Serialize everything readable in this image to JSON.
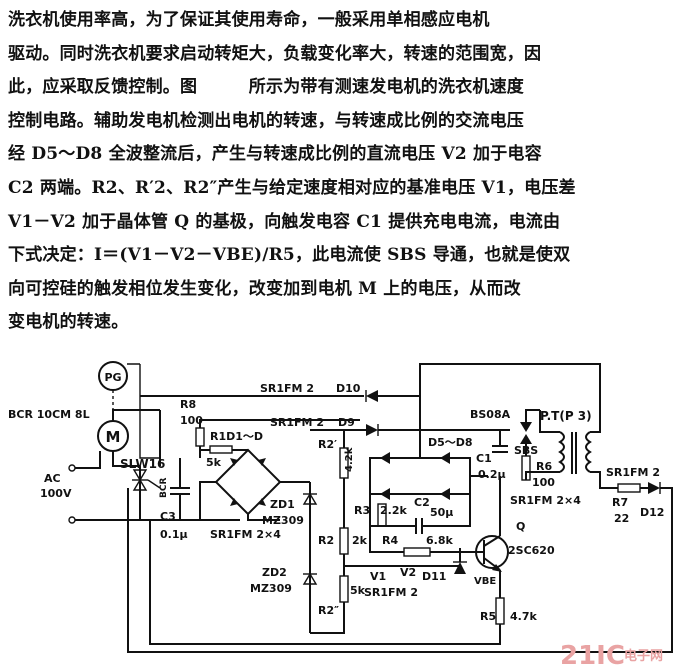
{
  "paragraph": {
    "lines": [
      "洗衣机使用率高，为了保证其使用寿命，一般采用单相感应电机",
      "驱动。同时洗衣机要求启动转矩大，负载变化率大，转速的范围宽，因",
      "此，应采取反馈控制。图　　　所示为带有测速发电机的洗衣机速度",
      "控制电路。辅助发电机检测出电机的转速，与转速成比例的交流电压",
      "经 D5～D8 全波整流后，产生与转速成比例的直流电压 V2 加于电容",
      "C2 两端。R2、R′2、R2″产生与给定速度相对应的基准电压 V1，电压差",
      "V1－V2 加于晶体管 Q 的基极，向触发电容 C1 提供充电电流，电流由",
      "下式决定：I＝(V1－V2－VBE)/R5，此电流使 SBS 导通，也就是使双",
      "向可控硅的触发相位发生变化，改变加到电机 M 上的电压，从而改",
      "变电机的转速。"
    ]
  },
  "circuit": {
    "pg": "PG",
    "motor": "M",
    "bcr_label": "BCR 10CM 8L",
    "slw": "SLW16",
    "ac": "AC",
    "ac_v": "100V",
    "bcr_small": "BCR",
    "c3": "C3",
    "c3_val": "0.1μ",
    "r8": "R8",
    "r8_val": "100",
    "r1d1": "R1D1～D",
    "r1_val": "5k",
    "zd1": "ZD1",
    "zd1_part": "MZ309",
    "zd2": "ZD2",
    "zd2_part": "MZ309",
    "srfm_24a": "SR1FM 2×4",
    "srfm_top": "SR1FM 2",
    "d10": "D10",
    "srfm_d9": "SR1FM 2",
    "d9": "D9",
    "r2p": "R2′",
    "r2p_val": "4.2k",
    "r2": "R2",
    "r2_val": "2k",
    "r2pp": "R2″",
    "r2pp_val": "5k",
    "d5d8": "D5～D8",
    "r3": "R3",
    "r3_val": "2.2k",
    "c2": "C2",
    "c2_val": "50μ",
    "r4": "R4",
    "r4_val": "6.8k",
    "v1": "V1",
    "v2": "V2",
    "d11": "D11",
    "srfm_d11": "SR1FM 2",
    "vbe": "VBE",
    "r5": "R5",
    "r5_val": "4.7k",
    "q": "Q",
    "q_part": "2SC620",
    "bs08a": "BS08A",
    "sbs": "SBS",
    "c1": "C1",
    "c1_val": "0.2μ",
    "r6": "R6",
    "r6_val": "100",
    "pt": "P.T(P 3)",
    "srfm_r6": "SR1FM 2×4",
    "srfm_d12": "SR1FM 2",
    "r7": "R7",
    "r7_val": "22",
    "d12": "D12",
    "watermark": "21IC",
    "watermark_cn": "电子网"
  }
}
